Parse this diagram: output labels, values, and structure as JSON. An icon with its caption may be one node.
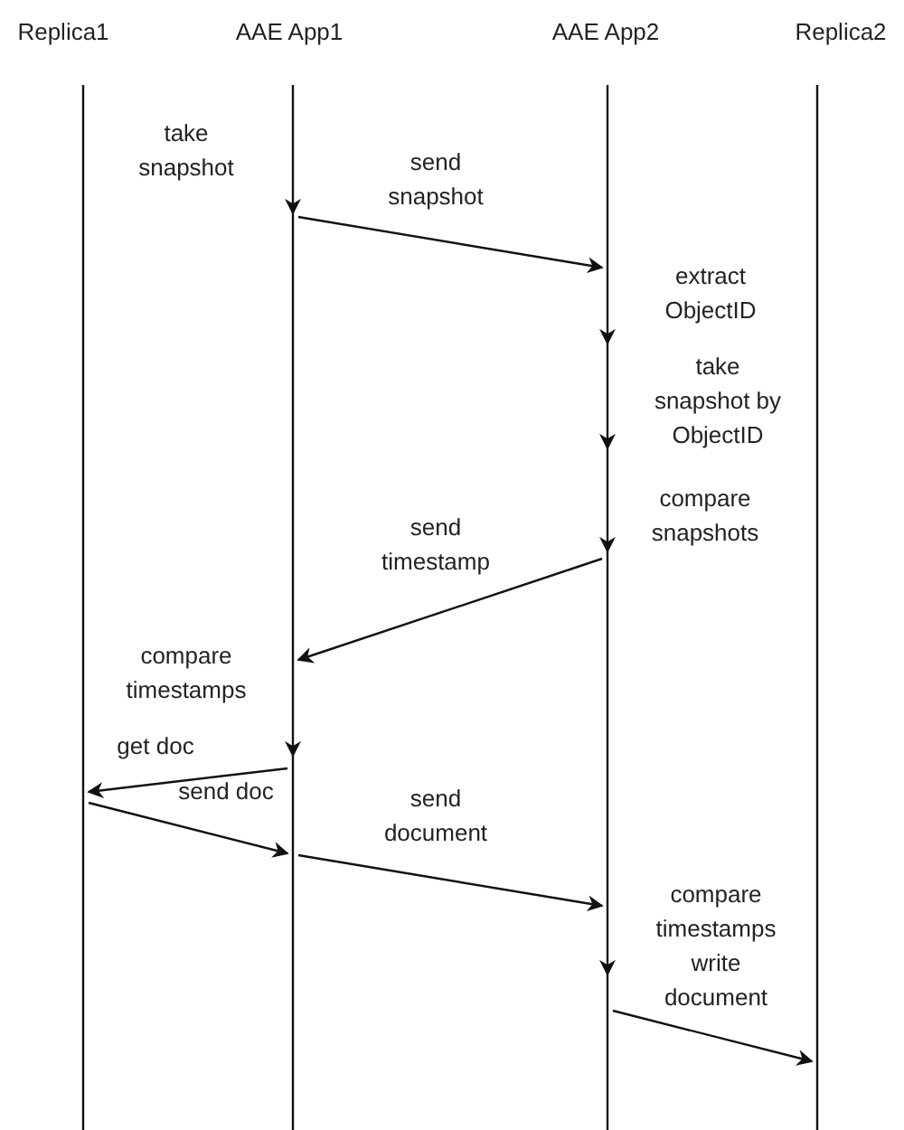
{
  "diagram": {
    "nodes": [
      {
        "text": [
          "Replica1"
        ]
      },
      {
        "text": [
          "AAE App1"
        ]
      },
      {
        "text": [
          "AAE App2"
        ]
      },
      {
        "text": [
          "Replica2"
        ]
      }
    ],
    "edges": [
      {
        "from": 1,
        "to": 2,
        "arrow": "to",
        "label": "send snapshot"
      },
      {
        "from": 2,
        "to": 1,
        "arrow": "to",
        "label": "send timestamp"
      },
      {
        "from": 1,
        "to": 0,
        "arrow": "to",
        "label": "get doc"
      },
      {
        "from": 0,
        "to": 1,
        "arrow": "to",
        "label": "send doc"
      },
      {
        "from": 1,
        "to": 2,
        "arrow": "to",
        "label": "send document"
      },
      {
        "from": 2,
        "to": 3,
        "arrow": "to"
      }
    ],
    "labels": [
      "take snapshot",
      "extract ObjectID",
      "take snapshot by ObjectID",
      "compare snapshots",
      "compare timestamps",
      "compare timestamps write document"
    ]
  }
}
